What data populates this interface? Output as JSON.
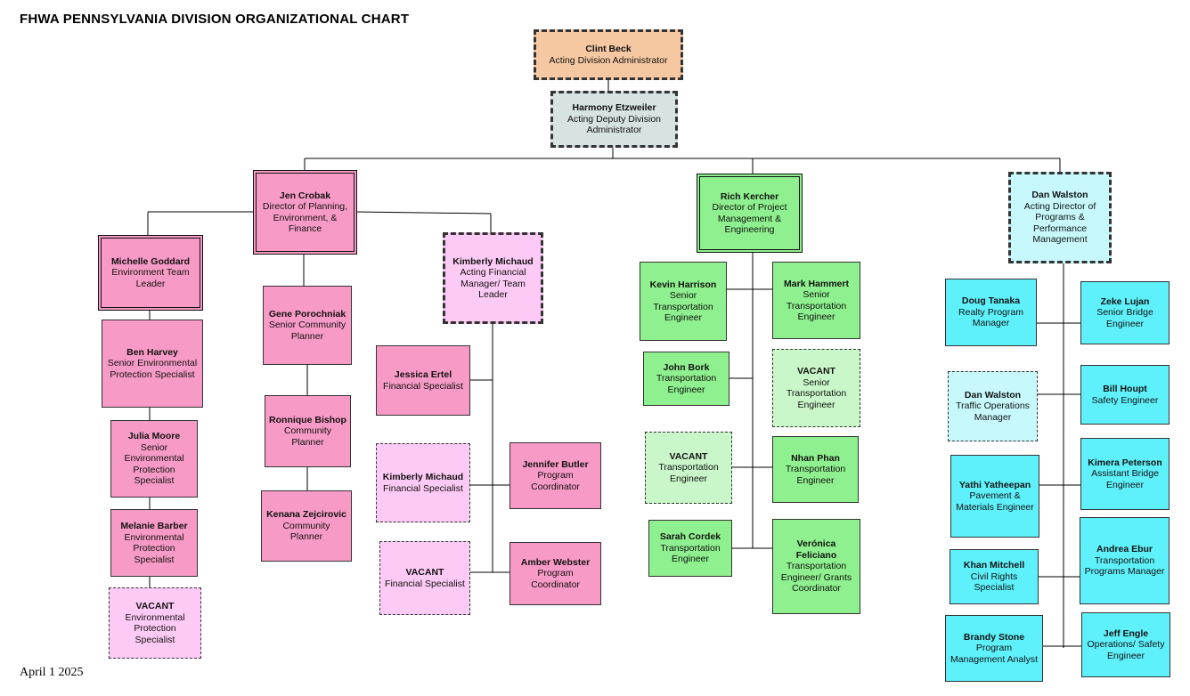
{
  "title": "FHWA PENNSYLVANIA DIVISION ORGANIZATIONAL CHART",
  "date": "April 1 2025",
  "colors": {
    "planning": "#f79ac6",
    "planning_vacant": "#fdcaf5",
    "engineering": "#8ef08e",
    "engineering_vacant": "#c9f7c9",
    "programs": "#5ef1fb",
    "programs_acting": "#c7f9fc",
    "administrator": "#f5c8a1",
    "deputy": "#d7e2e2"
  },
  "boxes": {
    "beck": {
      "name": "Clint Beck",
      "role": "Acting Division Administrator"
    },
    "etzweiler": {
      "name": "Harmony Etzweiler",
      "role": "Acting Deputy Division Administrator"
    },
    "crobak": {
      "name": "Jen Crobak",
      "role": "Director of Planning, Environment, & Finance"
    },
    "kercher": {
      "name": "Rich Kercher",
      "role": "Director of Project Management & Engineering"
    },
    "walston_dir": {
      "name": "Dan Walston",
      "role": "Acting Director of Programs & Performance Management"
    },
    "goddard": {
      "name": "Michelle Goddard",
      "role": "Environment Team Leader"
    },
    "harvey": {
      "name": "Ben Harvey",
      "role": "Senior Environmental Protection Specialist"
    },
    "moore": {
      "name": "Julia Moore",
      "role": "Senior Environmental Protection Specialist"
    },
    "barber": {
      "name": "Melanie Barber",
      "role": "Environmental Protection Specialist"
    },
    "vacant_env": {
      "name": "VACANT",
      "role": "Environmental Protection Specialist"
    },
    "porochniak": {
      "name": "Gene Porochniak",
      "role": "Senior Community Planner"
    },
    "bishop": {
      "name": "Ronnique Bishop",
      "role": "Community Planner"
    },
    "zejcirovic": {
      "name": "Kenana Zejcirovic",
      "role": "Community Planner"
    },
    "michaud_mgr": {
      "name": "Kimberly Michaud",
      "role": "Acting Financial Manager/ Team Leader"
    },
    "ertel": {
      "name": "Jessica Ertel",
      "role": "Financial Specialist"
    },
    "michaud_spec": {
      "name": "Kimberly Michaud",
      "role": "Financial Specialist"
    },
    "vacant_fin": {
      "name": "VACANT",
      "role": "Financial Specialist"
    },
    "butler": {
      "name": "Jennifer Butler",
      "role": "Program Coordinator"
    },
    "webster": {
      "name": "Amber Webster",
      "role": "Program Coordinator"
    },
    "harrison": {
      "name": "Kevin Harrison",
      "role": "Senior Transportation Engineer"
    },
    "hammert": {
      "name": "Mark Hammert",
      "role": "Senior Transportation Engineer"
    },
    "bork": {
      "name": "John Bork",
      "role": "Transportation Engineer"
    },
    "vacant_sr_eng": {
      "name": "VACANT",
      "role": "Senior Transportation Engineer"
    },
    "vacant_eng": {
      "name": "VACANT",
      "role": "Transportation Engineer"
    },
    "phan": {
      "name": "Nhan Phan",
      "role": "Transportation Engineer"
    },
    "cordek": {
      "name": "Sarah Cordek",
      "role": "Transportation Engineer"
    },
    "feliciano": {
      "name": "Verónica Feliciano",
      "role": "Transportation Engineer/ Grants Coordinator"
    },
    "tanaka": {
      "name": "Doug Tanaka",
      "role": "Realty Program Manager"
    },
    "lujan": {
      "name": "Zeke Lujan",
      "role": "Senior Bridge Engineer"
    },
    "walston_traffic": {
      "name": "Dan Walston",
      "role": "Traffic Operations Manager"
    },
    "houpt": {
      "name": "Bill Houpt",
      "role": "Safety Engineer"
    },
    "yatheepan": {
      "name": "Yathi Yatheepan",
      "role": "Pavement & Materials Engineer"
    },
    "peterson": {
      "name": "Kimera Peterson",
      "role": "Assistant Bridge Engineer"
    },
    "mitchell": {
      "name": "Khan Mitchell",
      "role": "Civil Rights Specialist"
    },
    "ebur": {
      "name": "Andrea Ebur",
      "role": "Transportation Programs Manager"
    },
    "stone": {
      "name": "Brandy Stone",
      "role": "Program Management Analyst"
    },
    "engle": {
      "name": "Jeff Engle",
      "role": "Operations/ Safety Engineer"
    }
  }
}
